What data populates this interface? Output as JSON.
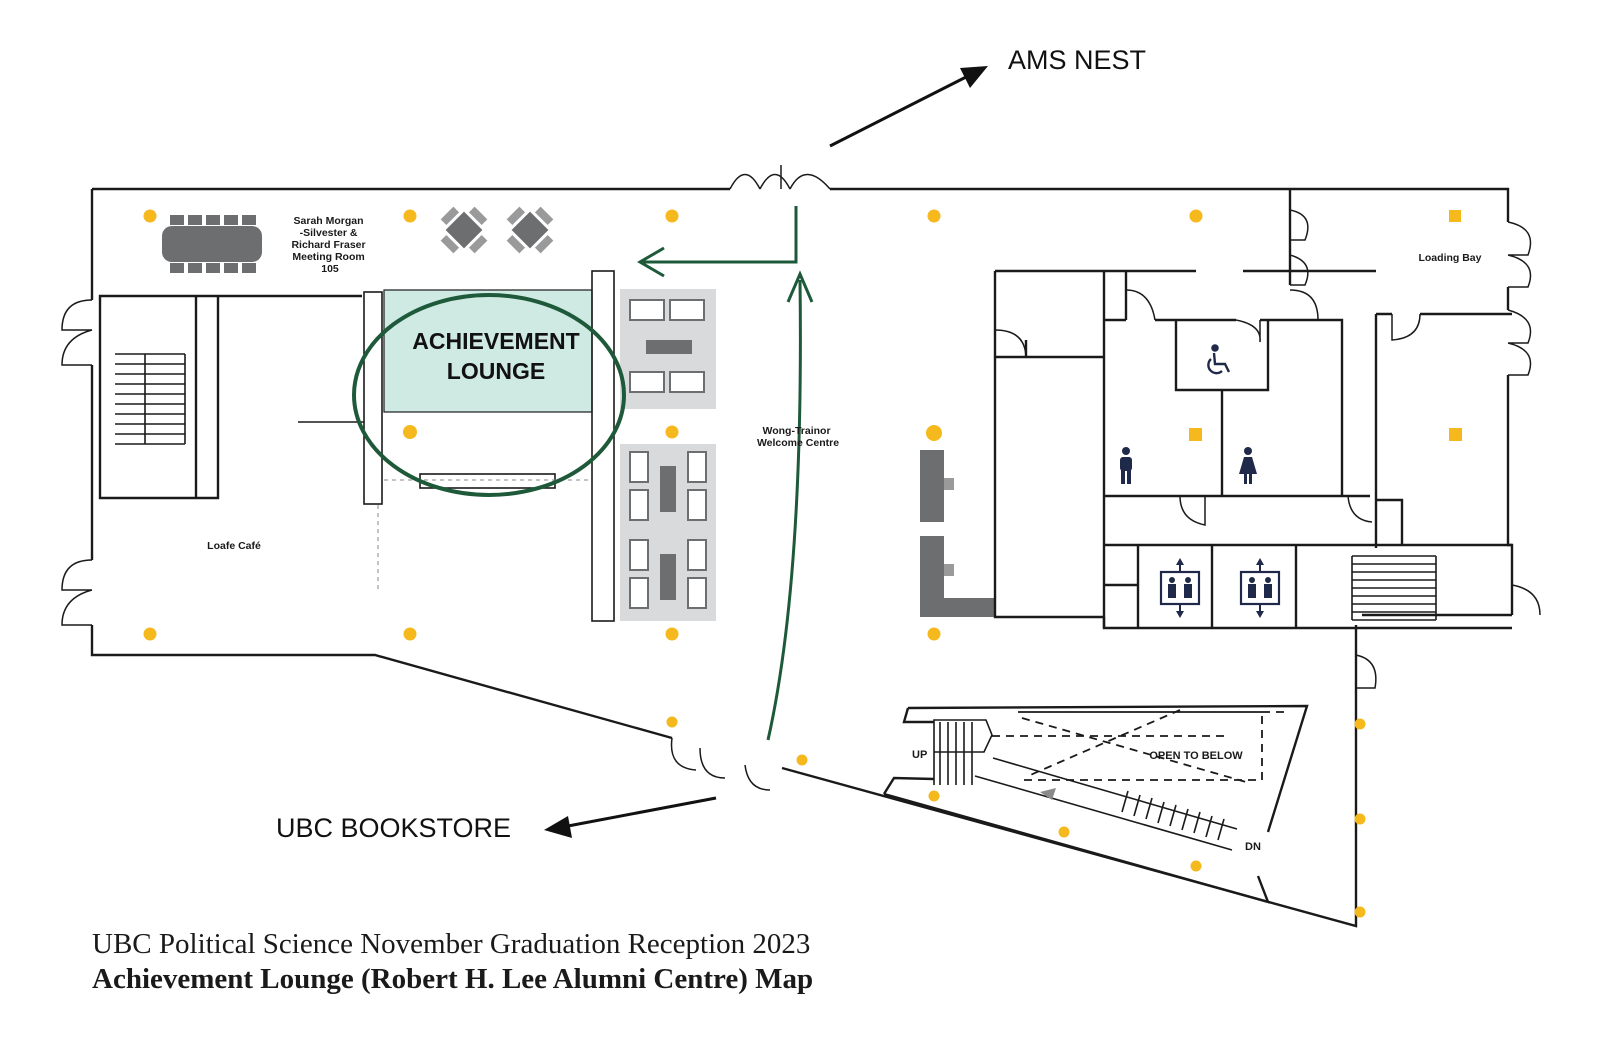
{
  "labels": {
    "ams_nest": "AMS NEST",
    "ubc_bookstore": "UBC BOOKSTORE",
    "achievement_line1": "ACHIEVEMENT",
    "achievement_line2": "LOUNGE",
    "meeting_room": [
      "Sarah Morgan",
      "-Silvester &",
      "Richard Fraser",
      "Meeting Room",
      "105"
    ],
    "loafe_cafe": "Loafe Café",
    "welcome_centre": [
      "Wong-Trainor",
      "Welcome Centre"
    ],
    "loading_bay": "Loading Bay",
    "open_to_below": "OPEN TO BELOW",
    "up": "UP",
    "dn": "DN"
  },
  "caption": {
    "line1": "UBC Political Science November Graduation Reception 2023",
    "line2": "Achievement Lounge (Robert H. Lee Alumni Centre) Map"
  },
  "colors": {
    "route_green": "#1e5a3a",
    "lounge_fill": "#cfe9e3",
    "light_yellow": "#f5b91e",
    "furniture_gray": "#6d6e70",
    "panel_gray": "#d9dadb",
    "icon_navy": "#1f2a4a"
  },
  "icons": {
    "accessible": "wheelchair-icon",
    "restroom_men": "men-restroom-icon",
    "restroom_women": "women-restroom-icon",
    "elevator": "elevator-icon"
  }
}
